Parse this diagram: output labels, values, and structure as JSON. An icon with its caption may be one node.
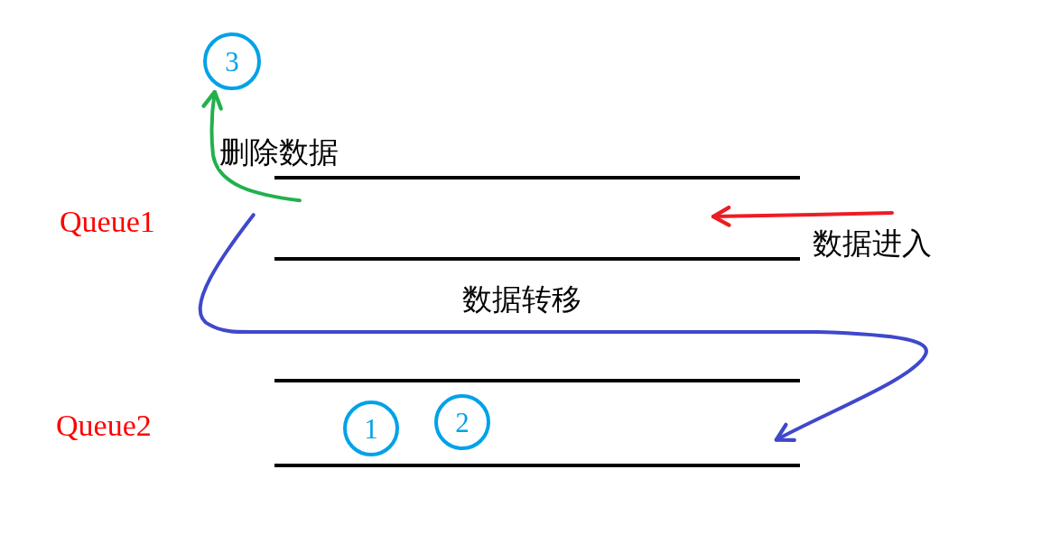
{
  "diagram": {
    "nodes": [
      {
        "text": [
          "3"
        ]
      },
      {
        "text": [
          "Queue1"
        ]
      },
      {
        "text": [
          "Queue2"
        ]
      },
      {
        "text": [
          "1"
        ],
        "in": 2
      },
      {
        "text": [
          "2"
        ],
        "in": 2
      }
    ],
    "edges": [
      {
        "from": 1,
        "to": 0,
        "arrow": "to",
        "label": "删除数据",
        "color": "#22b14c"
      },
      {
        "from": null,
        "to": 1,
        "arrow": "to",
        "label": "数据进入",
        "color": "#ed1c24"
      },
      {
        "from": 1,
        "to": 2,
        "arrow": "to",
        "label": "数据转移",
        "color": "#3f48cc"
      }
    ]
  }
}
